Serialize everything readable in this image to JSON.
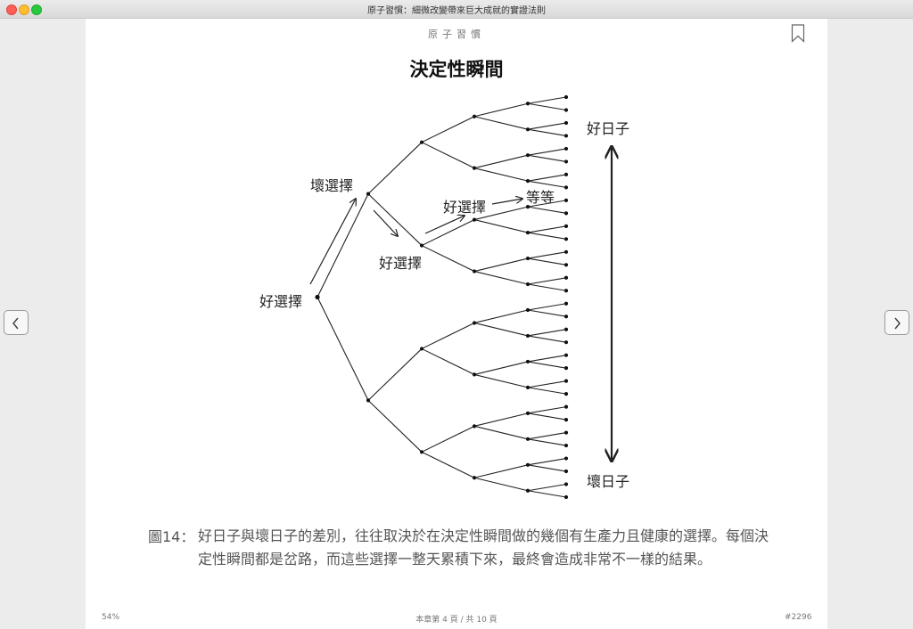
{
  "window": {
    "title": "原子習慣：細微改變帶來巨大成就的實證法則"
  },
  "page": {
    "running_head": "原子習慣",
    "figure_title": "決定性瞬間",
    "labels": {
      "root_good": "好選擇",
      "bad_choice": "壞選擇",
      "good_choice_mid": "好選擇",
      "good_choice_upper": "好選擇",
      "etc": "等等",
      "good_day": "好日子",
      "bad_day": "壞日子"
    },
    "caption_number": "圖14：",
    "caption": "好日子與壞日子的差別，往往取決於在決定性瞬間做的幾個有生產力且健康的選擇。每個決定性瞬間都是岔路，而這些選擇一整天累積下來，最終會造成非常不一樣的結果。"
  },
  "footer": {
    "progress": "54%",
    "chapter_pages": "本章第 4 頁 / 共 10 頁",
    "location": "#2296"
  },
  "icons": {
    "bookmark": "bookmark-icon",
    "prev": "chevron-left-icon",
    "next": "chevron-right-icon"
  }
}
